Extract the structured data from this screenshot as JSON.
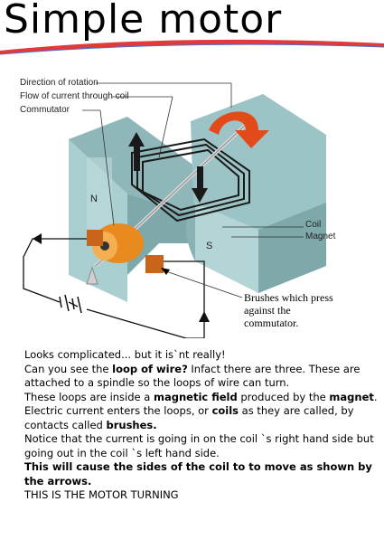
{
  "title": "Simple motor",
  "diagram": {
    "labels": {
      "direction": "Direction of rotation",
      "flow": "Flow of current through coil",
      "commutator": "Commutator",
      "coil": "Coil",
      "magnet": "Magnet",
      "north": "N",
      "south": "S",
      "brushes": "Brushes which press against the commutator."
    }
  },
  "text": {
    "p1": "Looks complicated... but it is`nt really!",
    "p2a": "Can you see the ",
    "p2b": "loop of wire?",
    "p2c": "  Infact there are three. These are attached to a spindle so the loops of wire can turn.",
    "p3a": "These loops are inside a ",
    "p3b": "magnetic field",
    "p3c": " produced by the ",
    "p3d": "magnet",
    "p3e": ".",
    "p4a": "Electric current enters the loops, or ",
    "p4b": "coils",
    "p4c": " as they are called, by contacts called ",
    "p4d": "brushes.",
    "p5": "Notice that the current is going in on the coil `s right hand side but going out in the coil `s left hand side.",
    "p6": "This will cause the sides of the coil to to move as shown by the arrows.",
    "p7": "THIS IS THE MOTOR TURNING"
  }
}
